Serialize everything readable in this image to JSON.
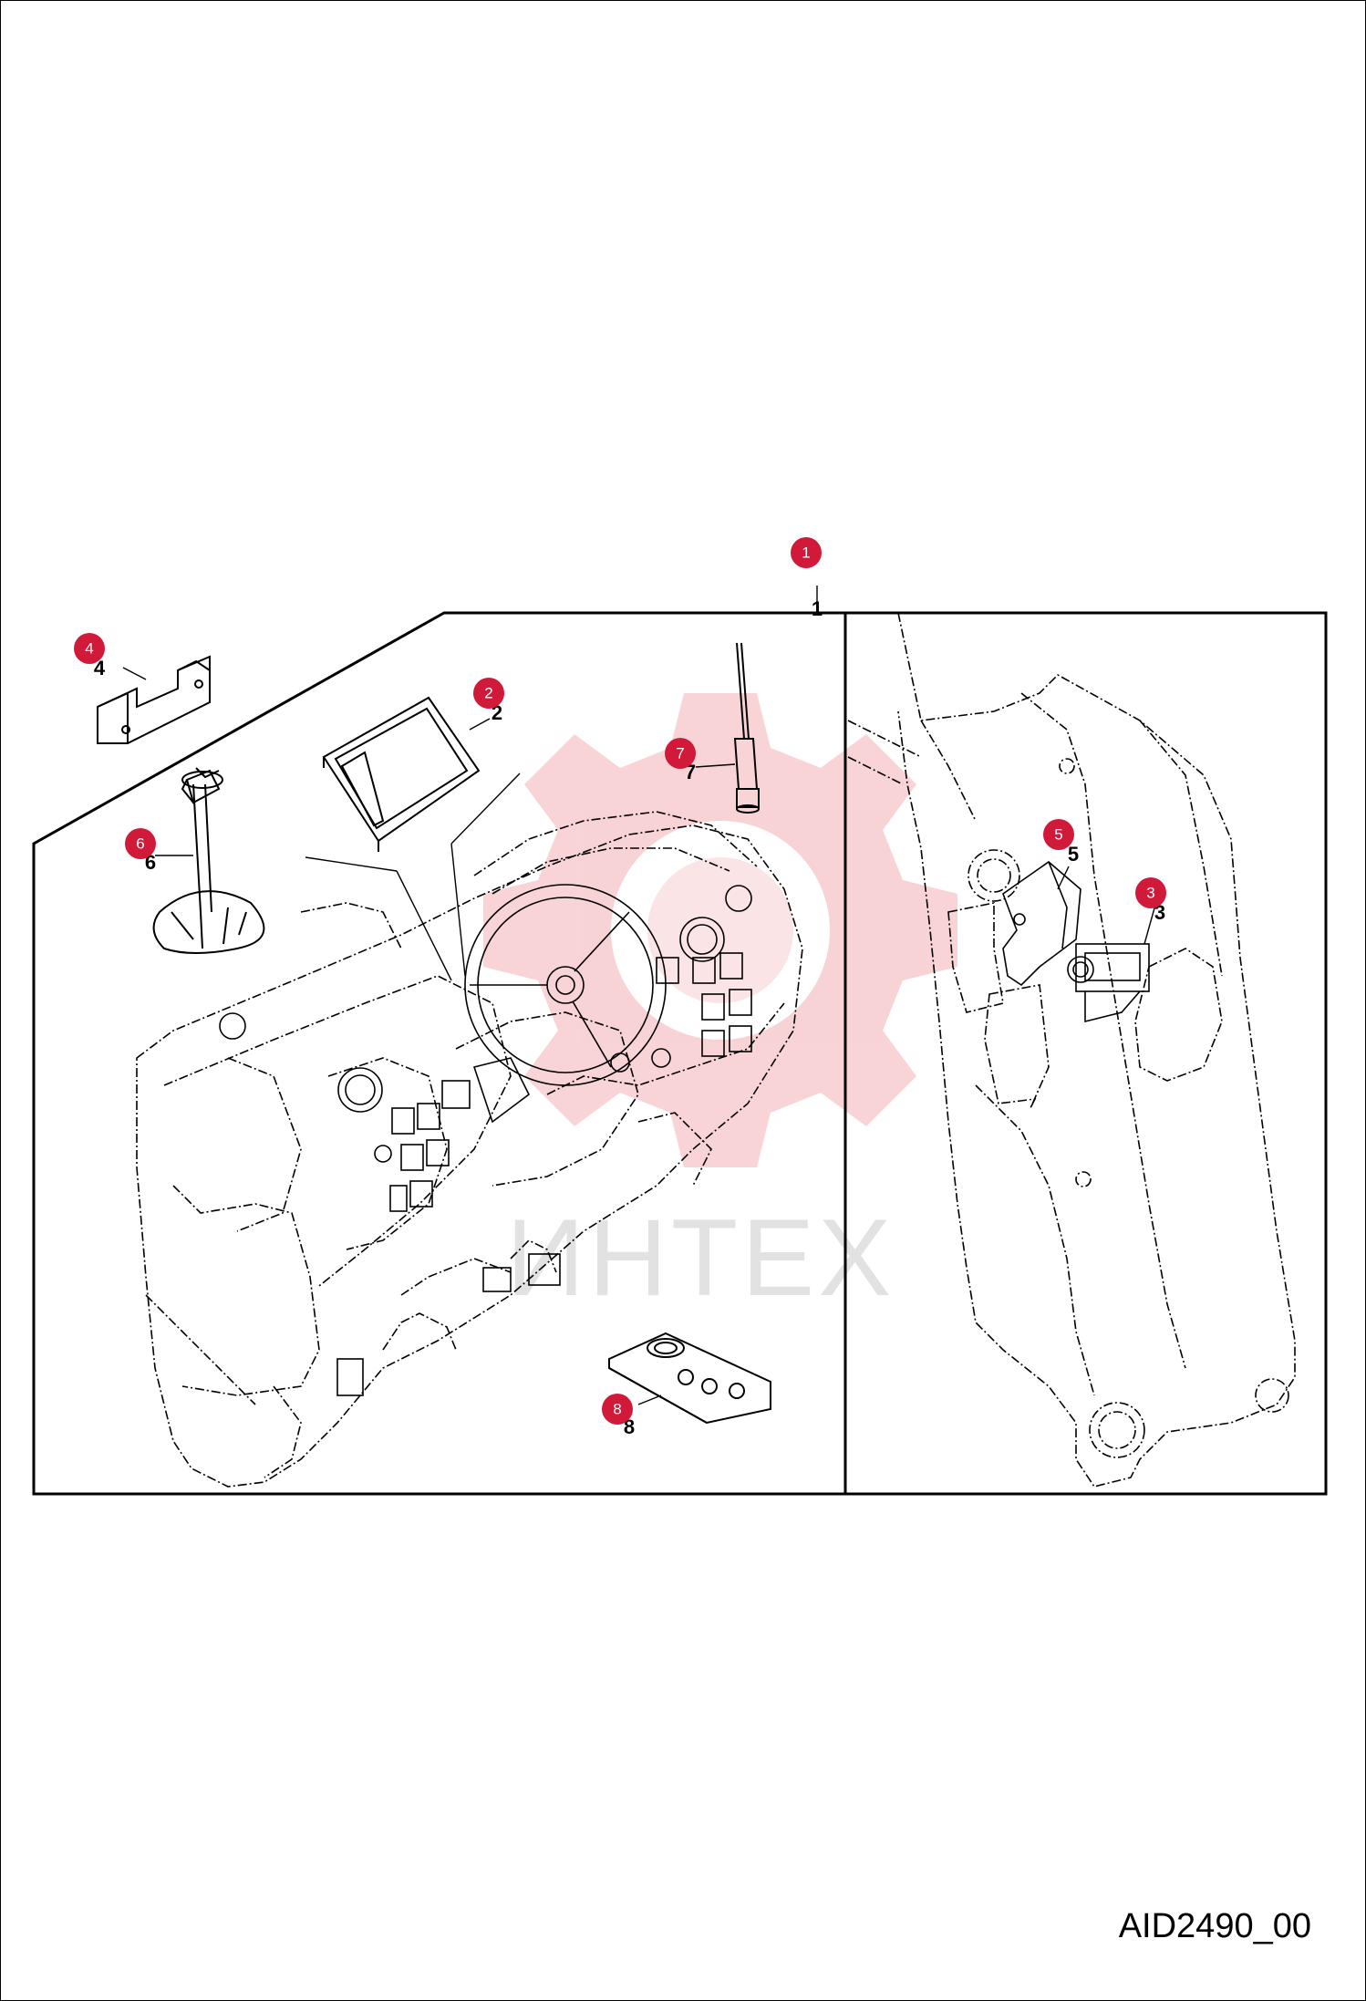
{
  "document_id": "AID2490_00",
  "watermark": "ИНТЕХ",
  "accent_color": "#d11a3a",
  "callouts": [
    {
      "label": "1"
    },
    {
      "label": "2"
    },
    {
      "label": "3"
    },
    {
      "label": "4"
    },
    {
      "label": "5"
    },
    {
      "label": "6"
    },
    {
      "label": "7"
    },
    {
      "label": "8"
    }
  ],
  "part_numbers": [
    {
      "label": "1"
    },
    {
      "label": "2"
    },
    {
      "label": "3"
    },
    {
      "label": "4"
    },
    {
      "label": "5"
    },
    {
      "label": "6"
    },
    {
      "label": "7"
    },
    {
      "label": "8"
    }
  ]
}
